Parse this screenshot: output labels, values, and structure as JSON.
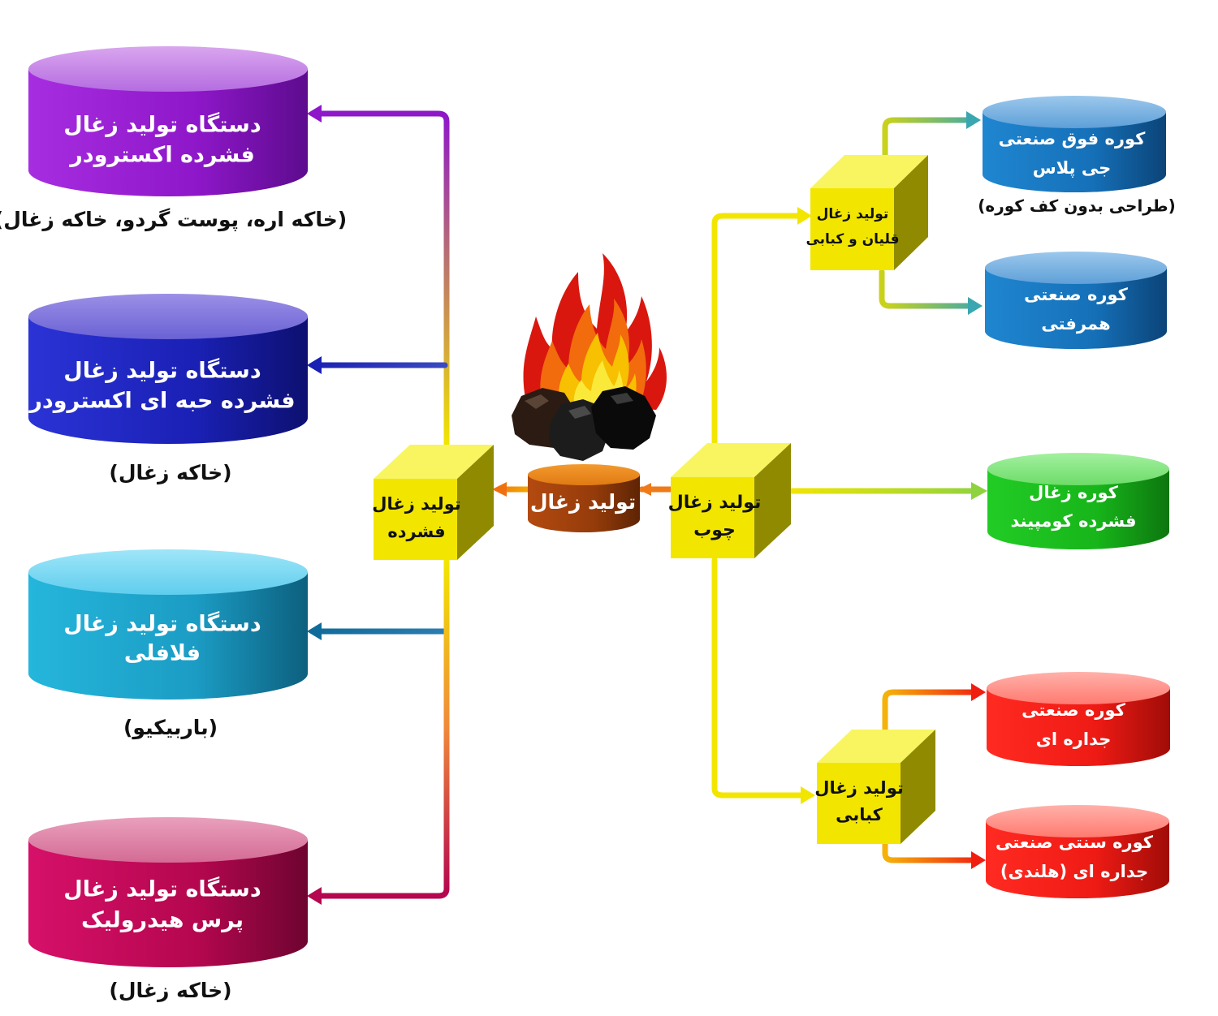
{
  "center": {
    "label": "تولید زغال"
  },
  "hubs": {
    "pellet": {
      "line1": "تولید زغال",
      "line2": "فشرده"
    },
    "wood": {
      "line1": "تولید زغال",
      "line2": "چوب"
    },
    "hookah": {
      "line1": "تولید زغال",
      "line2": "قلیان و کبابی"
    },
    "bbq": {
      "line1": "تولید زغال",
      "line2": "کبابی"
    }
  },
  "left_nodes": [
    {
      "line1": "دستگاه تولید زغال",
      "line2": "فشرده اکسترودر",
      "note": "(خاکه اره، پوست گردو، خاکه زغال)",
      "color": "#8e17c9"
    },
    {
      "line1": "دستگاه تولید زغال",
      "line2": "فشرده حبه ای اکسترودر",
      "note": "(خاکه زغال)",
      "color": "#1a20b4"
    },
    {
      "line1": "دستگاه تولید زغال",
      "line2": "فلافلی",
      "note": "(باربیکیو)",
      "color": "#1b9cc4"
    },
    {
      "line1": "دستگاه تولید زغال",
      "line2": "پرس هیدرولیک",
      "note": "(خاکه زغال)",
      "color": "#b5074f"
    }
  ],
  "right_nodes": [
    {
      "line1": "کوره فوق صنعتی",
      "line2": "جی پلاس",
      "note": "(طراحی بدون کف کوره)",
      "color": "#1570b8"
    },
    {
      "line1": "کوره صنعتی",
      "line2": "همرفتی",
      "note": "",
      "color": "#1570b8"
    },
    {
      "line1": "کوره زغال",
      "line2": "فشرده کومپیند",
      "note": "",
      "color": "#17b51a"
    },
    {
      "line1": "کوره صنعتی",
      "line2": "جداره ای",
      "note": "",
      "color": "#ee1a14"
    },
    {
      "line1": "کوره سنتی صنعتی",
      "line2": "جداره ای (هلندی)",
      "note": "",
      "color": "#ee1a14"
    }
  ],
  "icons": [
    "fire-icon",
    "coal-icon",
    "box-icon",
    "cylinder-icon"
  ]
}
